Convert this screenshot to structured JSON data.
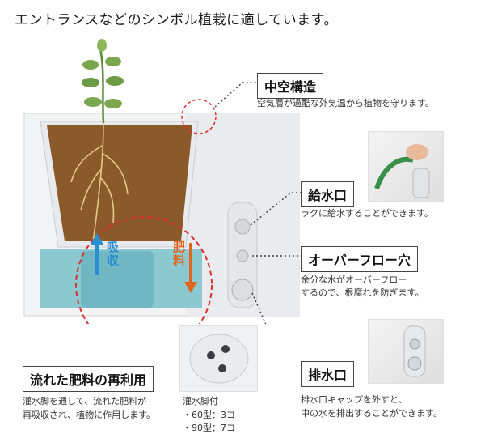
{
  "heading": "エントランスなどのシンボル植栽に適しています。",
  "features": {
    "hollow": {
      "title": "中空構造",
      "desc": "空気層が過酷な外気温から植物を守ります。"
    },
    "inlet": {
      "title": "給水口",
      "desc": "ラクに給水することができます。"
    },
    "overflow": {
      "title": "オーバーフロー穴",
      "desc_line1": "余分な水がオーバーフロー",
      "desc_line2": "するので、根腐れを防ぎます。"
    },
    "drain": {
      "title": "排水口",
      "desc_line1": "排水口キャップを外すと、",
      "desc_line2": "中の水を排出することができます。"
    },
    "reuse": {
      "title": "流れた肥料の再利用",
      "desc_line1": "灌水脚を通して、流れた肥料が",
      "desc_line2": "再吸収され、植物に作用します。"
    }
  },
  "feet": {
    "title": "灌水脚付",
    "line1": "・60型：3コ",
    "line2": "・90型：7コ"
  },
  "arrows": {
    "absorb": [
      "吸",
      "収"
    ],
    "fertilizer": [
      "肥",
      "料"
    ]
  },
  "colors": {
    "absorb": "#2a8fd0",
    "fertilizer": "#e0661f",
    "dashed_circle": "#d9322e",
    "soil": "#8a5a2b",
    "water": "#8cc8d0"
  }
}
